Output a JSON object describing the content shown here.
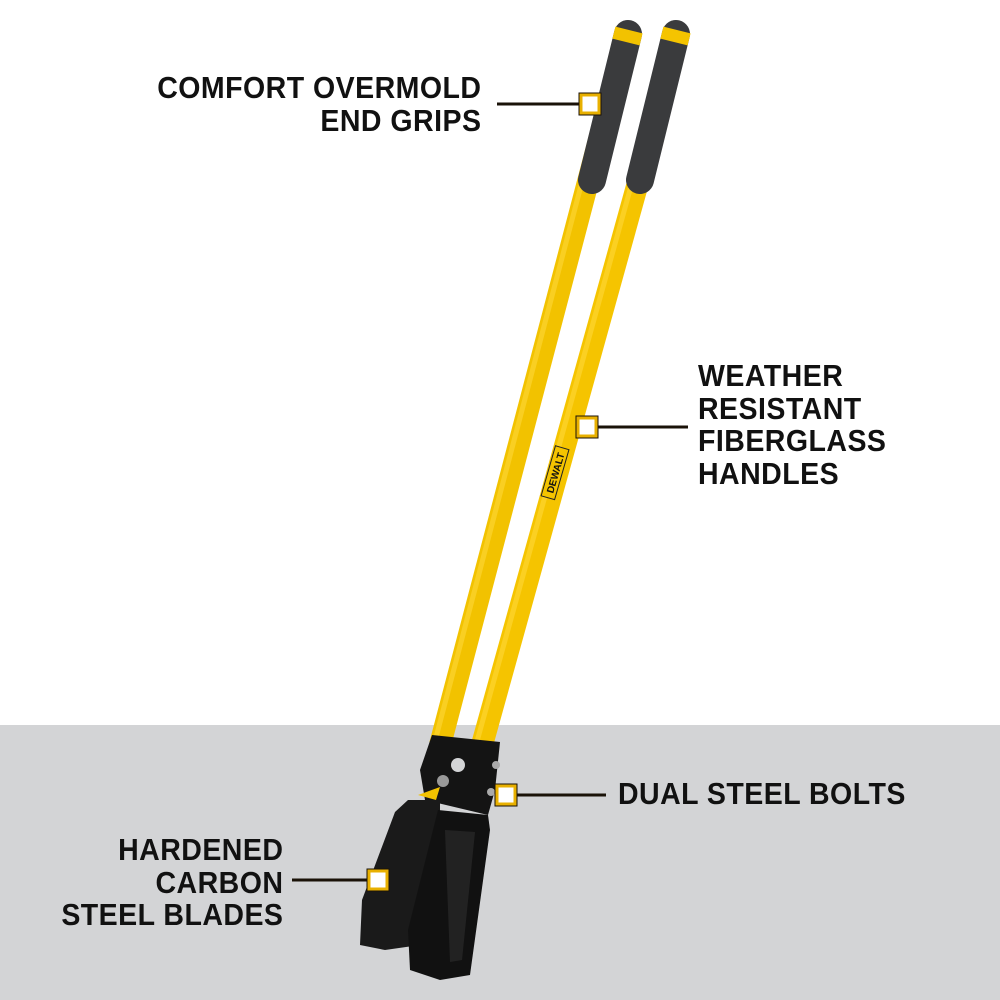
{
  "brand": "DEWALT",
  "colors": {
    "handle": "#f5c400",
    "grip": "#3a3b3d",
    "blade": "#141414",
    "floor": "#d3d4d6",
    "callout_border": "#e8b000"
  },
  "callouts": {
    "grips": {
      "lines": [
        "COMFORT OVERMOLD",
        "END GRIPS"
      ]
    },
    "handles": {
      "lines": [
        "WEATHER",
        "RESISTANT",
        "FIBERGLASS",
        "HANDLES"
      ]
    },
    "bolts": {
      "lines": [
        "DUAL STEEL BOLTS"
      ]
    },
    "blades": {
      "lines": [
        "HARDENED",
        "CARBON",
        "STEEL BLADES"
      ]
    }
  }
}
